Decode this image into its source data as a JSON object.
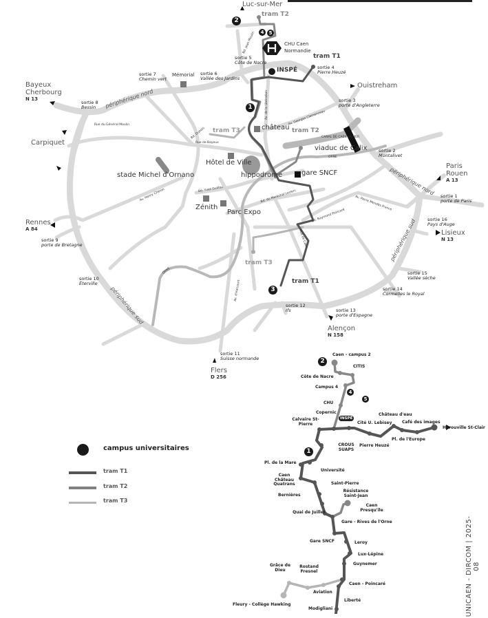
{
  "map": {
    "destinations": [
      {
        "id": "luc",
        "name": "Luc-sur-Mer"
      },
      {
        "id": "bayeux",
        "name": "Bayeux",
        "name2": "Cherbourg",
        "road": "N 13"
      },
      {
        "id": "carpiquet",
        "name": "Carpiquet"
      },
      {
        "id": "rennes",
        "name": "Rennes",
        "road": "A 84"
      },
      {
        "id": "flers",
        "name": "Flers",
        "road": "D 256"
      },
      {
        "id": "alencon",
        "name": "Alençon",
        "road": "N 158"
      },
      {
        "id": "lisieux",
        "name": "Lisieux",
        "road": "N 13"
      },
      {
        "id": "paris",
        "name": "Paris",
        "name2": "Rouen",
        "road": "A 13"
      },
      {
        "id": "ouistreham",
        "name": "Ouistreham"
      }
    ],
    "exits": [
      {
        "id": "s1",
        "num": "sortie 1",
        "name": "porte de Paris"
      },
      {
        "id": "s2",
        "num": "sortie 2",
        "name": "Montalivet"
      },
      {
        "id": "s3",
        "num": "sortie 3",
        "name": "porte d'Angleterre"
      },
      {
        "id": "s4",
        "num": "sortie 4",
        "name": "Pierre Heuzé"
      },
      {
        "id": "s5",
        "num": "sortie 5",
        "name": "Côte de Nacre"
      },
      {
        "id": "s6",
        "num": "sortie 6",
        "name": "Vallée des Jardins"
      },
      {
        "id": "s7",
        "num": "sortie 7",
        "name": "Chemin vert"
      },
      {
        "id": "s8",
        "num": "sortie 8",
        "name": "Bessin"
      },
      {
        "id": "s9",
        "num": "sortie 9",
        "name": "porte de Bretagne"
      },
      {
        "id": "s10",
        "num": "sortie 10",
        "name": "Éterville"
      },
      {
        "id": "s11",
        "num": "sortie 11",
        "name": "Suisse normande"
      },
      {
        "id": "s12",
        "num": "sortie 12",
        "name": "Ifs"
      },
      {
        "id": "s13",
        "num": "sortie 13",
        "name": "porte d'Espagne"
      },
      {
        "id": "s14",
        "num": "sortie 14",
        "name": "Cormelles le Royal"
      },
      {
        "id": "s15",
        "num": "sortie 15",
        "name": "Vallée sèche"
      },
      {
        "id": "s16",
        "num": "sortie 16",
        "name": "Pays d'Auge"
      }
    ],
    "landmarks": [
      {
        "id": "chu",
        "name": "CHU Caen",
        "name2": "Normandie",
        "icon": "hospital-icon"
      },
      {
        "id": "inspe",
        "name": "INSPÉ"
      },
      {
        "id": "chateau",
        "name": "château"
      },
      {
        "id": "memorial",
        "name": "Mémorial"
      },
      {
        "id": "hotelville",
        "name": "Hôtel de Ville"
      },
      {
        "id": "stade",
        "name": "stade Michel d'Ornano"
      },
      {
        "id": "hippodrome",
        "name": "hippodrome"
      },
      {
        "id": "zenith",
        "name": "Zénith"
      },
      {
        "id": "parcexpo",
        "name": "Parc Expo"
      },
      {
        "id": "gare",
        "name": "gare SNCF"
      },
      {
        "id": "viaduc",
        "name": "viaduc de Calix"
      },
      {
        "id": "canal",
        "name": "CANAL DE CAEN LA MER"
      }
    ],
    "tram_labels": [
      {
        "id": "t2n",
        "text": "tram T2"
      },
      {
        "id": "t1n",
        "text": "tram T1"
      },
      {
        "id": "t3c",
        "text": "tram T3"
      },
      {
        "id": "t2c",
        "text": "tram T2"
      },
      {
        "id": "t3s",
        "text": "tram T3"
      },
      {
        "id": "t1s",
        "text": "tram T1"
      }
    ],
    "ring_labels": [
      {
        "id": "pnw",
        "text": "périphérique nord"
      },
      {
        "id": "pne",
        "text": "périphérique nord"
      },
      {
        "id": "pse",
        "text": "périphérique sud"
      },
      {
        "id": "psw",
        "text": "périphérique sud"
      }
    ],
    "streets": [
      {
        "id": "st1",
        "text": "Bd. Jean Moulin"
      },
      {
        "id": "st2",
        "text": "Av. de la Libération"
      },
      {
        "id": "st3",
        "text": "Av. Georges Clemenceau"
      },
      {
        "id": "st4",
        "text": "Rue du Général Moulin"
      },
      {
        "id": "st5",
        "text": "Bd. Dunois"
      },
      {
        "id": "st6",
        "text": "Rue de Bayeux"
      },
      {
        "id": "st7",
        "text": "Bd. Yves Guillou"
      },
      {
        "id": "st8",
        "text": "Av. Henry Chéron"
      },
      {
        "id": "st9",
        "text": "Bd. du Maréchal Leclerc"
      },
      {
        "id": "st10",
        "text": "Bd. Raymond Poincaré"
      },
      {
        "id": "st11",
        "text": "Av. Pierre Mendès France"
      },
      {
        "id": "st12",
        "text": "Rue de Caen"
      },
      {
        "id": "st13",
        "text": "ORNE"
      },
      {
        "id": "st14",
        "text": "ORNE"
      },
      {
        "id": "st15",
        "text": "Av. d'Harcourt"
      }
    ],
    "campus_badges": [
      {
        "id": "b1",
        "text": "1"
      },
      {
        "id": "b2",
        "text": "2"
      },
      {
        "id": "b3",
        "text": "3"
      },
      {
        "id": "b4",
        "text": "4"
      },
      {
        "id": "b5",
        "text": "5"
      }
    ]
  },
  "legend": {
    "campus": "campus universitaires",
    "t1": "tram T1",
    "t2": "tram T2",
    "t3": "tram T3",
    "colors": {
      "t1": "#555555",
      "t2": "#808080",
      "t3": "#b5b5b5",
      "road": "#d9d9d9",
      "campus": "#1a1a1a"
    }
  },
  "line_diagram": {
    "stations": [
      {
        "id": "campus2",
        "name": "Caen - campus 2"
      },
      {
        "id": "citis",
        "name": "CITIS"
      },
      {
        "id": "cotenacre",
        "name": "Côte de Nacre"
      },
      {
        "id": "campus4",
        "name": "Campus 4"
      },
      {
        "id": "chu",
        "name": "CHU"
      },
      {
        "id": "copernic",
        "name": "Copernic"
      },
      {
        "id": "calvaire",
        "name": "Calvaire St-Pierre"
      },
      {
        "id": "citeu",
        "name": "Cité U. Lebisey"
      },
      {
        "id": "chateaueau",
        "name": "Château d'eau"
      },
      {
        "id": "cafe",
        "name": "Café des images"
      },
      {
        "id": "herouville",
        "name": "Hérouville St-Clair"
      },
      {
        "id": "europe",
        "name": "Pl. de l'Europe"
      },
      {
        "id": "pheuze",
        "name": "Pierre Heuzé"
      },
      {
        "id": "crous",
        "name": "CROUS SUAPS"
      },
      {
        "id": "mare",
        "name": "Pl. de la Mare"
      },
      {
        "id": "universite",
        "name": "Université"
      },
      {
        "id": "quatrans",
        "name": "Caen Château Quatrans"
      },
      {
        "id": "stpierre",
        "name": "Saint-Pierre"
      },
      {
        "id": "bernieres",
        "name": "Bernières"
      },
      {
        "id": "resistance",
        "name": "Résistance Saint-Jean"
      },
      {
        "id": "presquile",
        "name": "Caen Presqu'île"
      },
      {
        "id": "quai",
        "name": "Quai de Juillet"
      },
      {
        "id": "rives",
        "name": "Gare - Rives de l'Orne"
      },
      {
        "id": "garesncf",
        "name": "Gare SNCF"
      },
      {
        "id": "leroy",
        "name": "Leroy"
      },
      {
        "id": "luxlepine",
        "name": "Lux-Lépine"
      },
      {
        "id": "guynemer",
        "name": "Guynemer"
      },
      {
        "id": "poincare",
        "name": "Caen - Poincaré"
      },
      {
        "id": "gracedieu",
        "name": "Grâce de Dieu"
      },
      {
        "id": "rostand",
        "name": "Rostand Fresnel"
      },
      {
        "id": "aviation",
        "name": "Aviation"
      },
      {
        "id": "fleury",
        "name": "Fleury - Collège Hawking"
      },
      {
        "id": "liberte",
        "name": "Liberté"
      },
      {
        "id": "modigliani",
        "name": "Modigliani"
      }
    ],
    "inspe_tag": "INSPÉ",
    "badges": [
      {
        "id": "d1",
        "text": "1"
      },
      {
        "id": "d2",
        "text": "2"
      },
      {
        "id": "d4",
        "text": "4"
      },
      {
        "id": "d5",
        "text": "5"
      }
    ]
  },
  "credit": "UNICAEN - DIRCOM | 2025-08"
}
